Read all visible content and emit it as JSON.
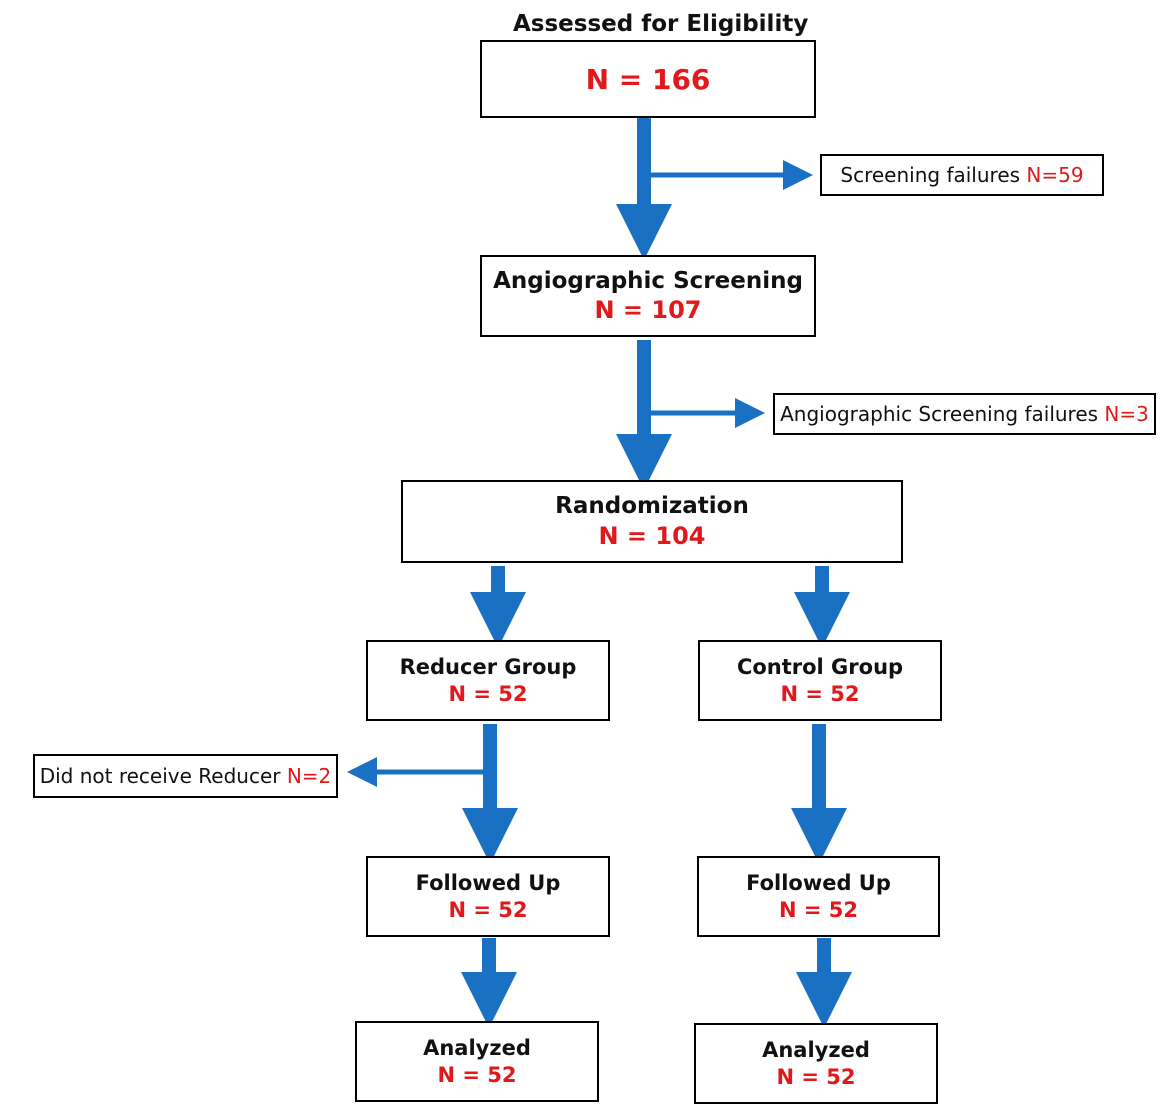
{
  "title": "Assessed for Eligibility",
  "assessed": {
    "n": "N = 166"
  },
  "screening_failures": {
    "label": "Screening failures ",
    "n": "N=59"
  },
  "angio": {
    "label": "Angiographic Screening",
    "n": "N = 107"
  },
  "angio_failures": {
    "label": "Angiographic Screening failures ",
    "n": "N=3"
  },
  "randomization": {
    "label": "Randomization",
    "n": "N = 104"
  },
  "reducer_group": {
    "label": "Reducer Group",
    "n": "N = 52"
  },
  "control_group": {
    "label": "Control Group",
    "n": "N = 52"
  },
  "did_not_receive": {
    "label": "Did not receive Reducer ",
    "n": "N=2"
  },
  "followed_reducer": {
    "label": "Followed Up",
    "n": "N = 52"
  },
  "followed_control": {
    "label": "Followed Up",
    "n": "N = 52"
  },
  "analyzed_reducer": {
    "label": "Analyzed",
    "n": "N = 52"
  },
  "analyzed_control": {
    "label": "Analyzed",
    "n": "N = 52"
  },
  "colors": {
    "arrow": "#1a70c2",
    "number": "#e0191c",
    "border": "#000000"
  }
}
